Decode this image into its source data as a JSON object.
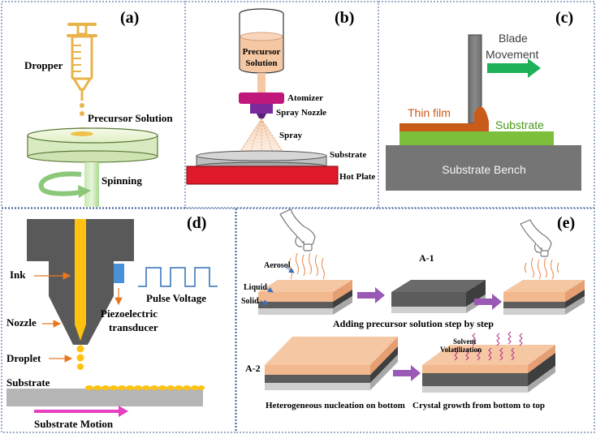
{
  "panels": {
    "a": {
      "label": "(a)",
      "dropper": "Dropper",
      "precursor": "Precursor Solution",
      "spinning": "Spinning"
    },
    "b": {
      "label": "(b)",
      "solution_line1": "Precursor",
      "solution_line2": "Solution",
      "atomizer": "Atomizer",
      "nozzle": "Spray Nozzle",
      "spray": "Spray",
      "substrate": "Substrate",
      "hotplate": "Hot Plate"
    },
    "c": {
      "label": "(c)",
      "blade_line1": "Blade",
      "blade_line2": "Movement",
      "thinfilm": "Thin film",
      "substrate": "Substrate",
      "bench": "Substrate Bench"
    },
    "d": {
      "label": "(d)",
      "ink": "Ink",
      "nozzle": "Nozzle",
      "droplet": "Droplet",
      "substrate": "Substrate",
      "motion": "Substrate Motion",
      "pulse": "Pulse Voltage",
      "piezo_line1": "Piezoelectric",
      "piezo_line2": "transducer"
    },
    "e": {
      "label": "(e)",
      "a1": "A-1",
      "a2": "A-2",
      "aerosol": "Aerosol",
      "liquid": "Liquid",
      "solid": "Solid",
      "step": "Adding precursor solution step by step",
      "solvent_line1": "Solvent",
      "solvent_line2": "Volatilization",
      "hetero": "Heterogeneous nucleation on bottom",
      "crystal": "Crystal growth from bottom to top"
    }
  },
  "colors": {
    "gold": "#e8b44a",
    "peach": "#f6c7a3",
    "gray_dark": "#595959",
    "gray_mid": "#8c8c8c",
    "gray_light": "#bdbdbd",
    "purple": "#9b59b6",
    "magenta": "#c0187a",
    "green": "#2eb24a",
    "orange": "#c85a1a",
    "red": "#e0192b",
    "ink_yellow": "#ffc20e",
    "blue_frame": "#3b5998"
  }
}
